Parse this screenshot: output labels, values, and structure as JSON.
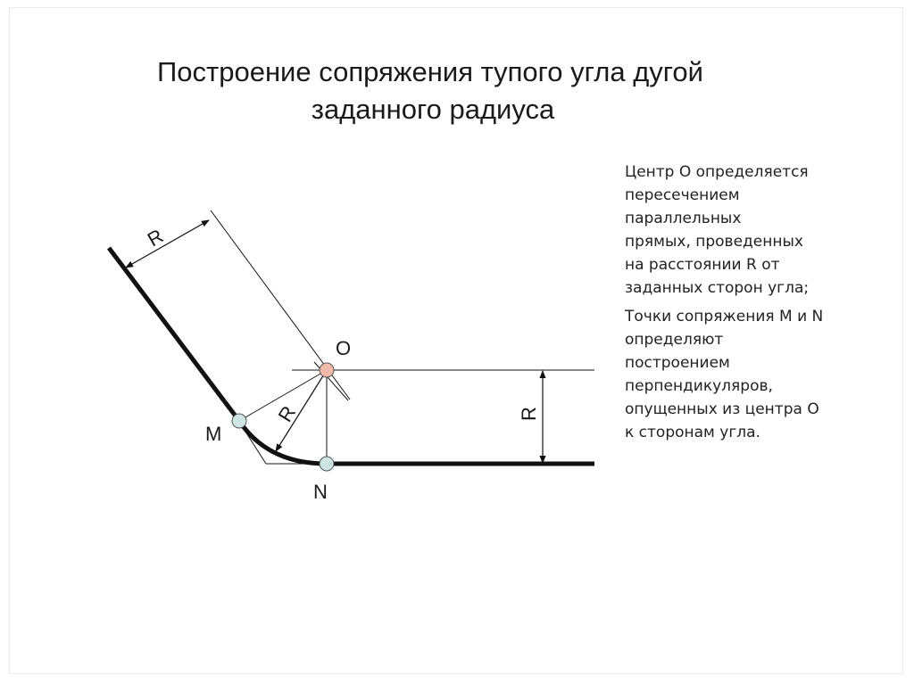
{
  "slide": {
    "title_line_1": "Построение сопряжения тупого угла  дугой",
    "title_line_2": "заданного радиуса"
  },
  "notes": {
    "paragraph_1": "Центр О определяется\nпересечением\nпараллельных\nпрямых, проведенных\nна расстоянии R от\nзаданных сторон угла;",
    "paragraph_2": "Точки сопряжения М и N\nопределяют\nпостроением\nперпендикуляров,\nопущенных из центра О\nк сторонам угла."
  },
  "diagram": {
    "label_center": "O",
    "label_tangent_point_m": "M",
    "label_tangent_point_n": "N",
    "label_radius_slanted_offset": "R",
    "label_radius_arrow": "R",
    "label_radius_vertical": "R",
    "colors": {
      "center_point_fill": "#f0b9a8",
      "tangent_point_fill": "#cde6e4",
      "line": "#111111"
    }
  }
}
